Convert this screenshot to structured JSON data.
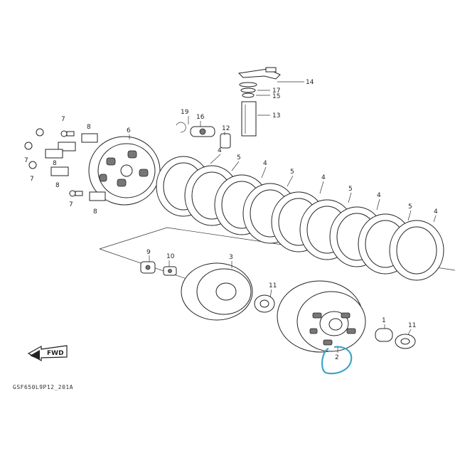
{
  "diagram": {
    "labels": [
      "14",
      "17",
      "15",
      "13",
      "19",
      "16",
      "12",
      "6",
      "7",
      "8",
      "7",
      "8",
      "7",
      "8",
      "7",
      "8",
      "4",
      "5",
      "4",
      "5",
      "4",
      "5",
      "4",
      "5",
      "4",
      "9",
      "10",
      "3",
      "11",
      "1",
      "11",
      "2"
    ],
    "code": "GSF650L9P12_201A",
    "fwd_label": "FWD",
    "highlight_color": "#3aa6c9"
  }
}
